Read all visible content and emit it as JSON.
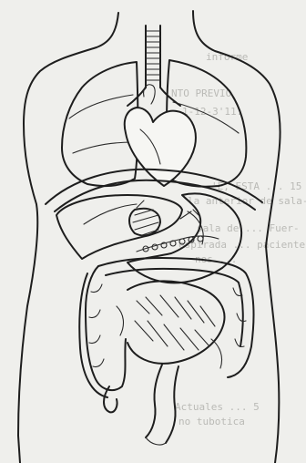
{
  "bleed_text": {
    "line1": "informe",
    "line2": "NTO PREVIO",
    "line3": "1-12-3'11.",
    "line4": "'E, ESTA ... 15",
    "line5": "la anterior de sala-",
    "line6": "sala de ... Fuer-",
    "line7": "espirada ... paciente",
    "line8": "nos ...",
    "line9": "Actuales ... 5",
    "line10": "no tubotica"
  },
  "colors": {
    "paper": "#efefec",
    "ink": "#1e1e1e",
    "bleed": "#8f8f8a"
  },
  "figure": "torso-organs-line-drawing"
}
